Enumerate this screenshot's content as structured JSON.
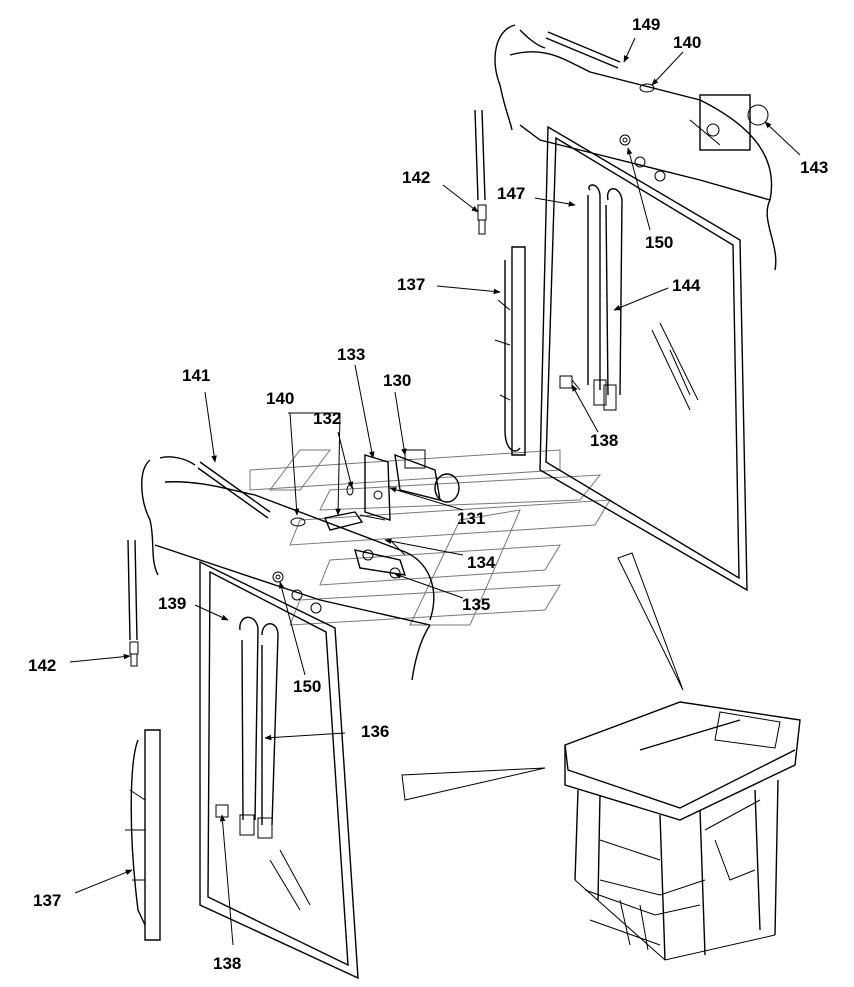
{
  "labels": {
    "149": "149",
    "140_top": "140",
    "143": "143",
    "142_top": "142",
    "147": "147",
    "150_top": "150",
    "137_top": "137",
    "144": "144",
    "133": "133",
    "130": "130",
    "141": "141",
    "140_left": "140",
    "132": "132",
    "138_top": "138",
    "131": "131",
    "134": "134",
    "135": "135",
    "139": "139",
    "142_left": "142",
    "150_bottom": "150",
    "136": "136",
    "137_bottom": "137",
    "138_bottom": "138"
  }
}
